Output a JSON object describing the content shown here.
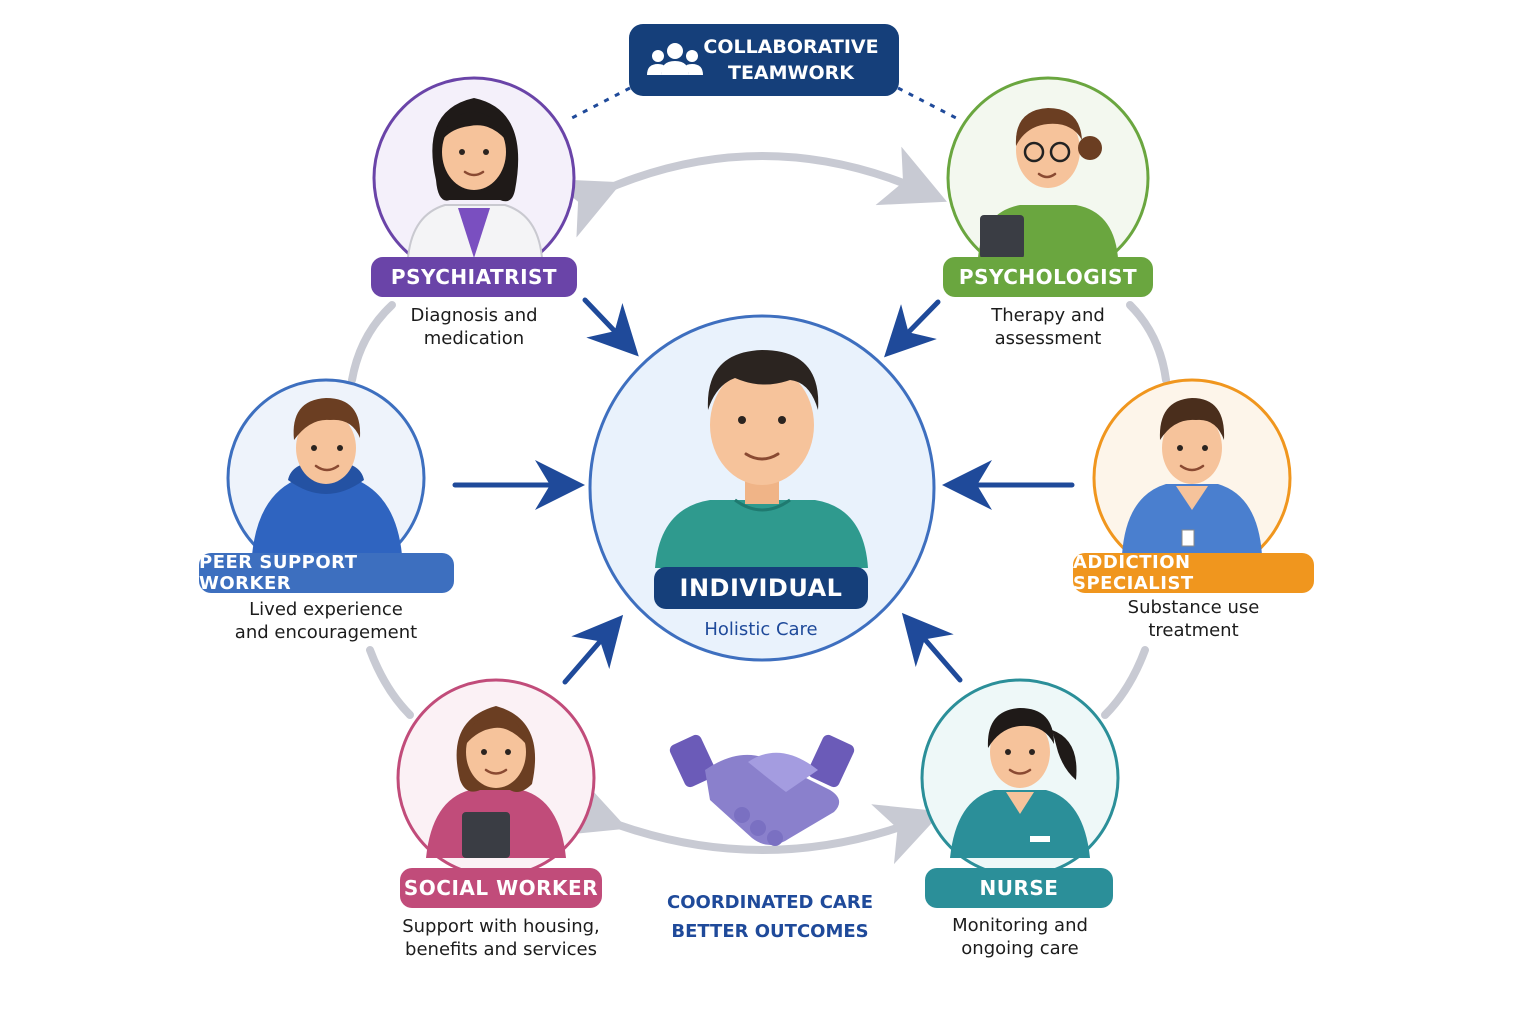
{
  "header": {
    "line1": "COLLABORATIVE",
    "line2": "TEAMWORK",
    "icon": "people-group-icon"
  },
  "center": {
    "label": "INDIVIDUAL",
    "subtitle": "Holistic Care",
    "color": "#153f7a"
  },
  "roles": [
    {
      "key": "psychiatrist",
      "label": "PSYCHIATRIST",
      "desc": [
        "Diagnosis and",
        "medication"
      ],
      "color": "#6a44a8"
    },
    {
      "key": "psychologist",
      "label": "PSYCHOLOGIST",
      "desc": [
        "Therapy and",
        "assessment"
      ],
      "color": "#6aa63f"
    },
    {
      "key": "peer-support-worker",
      "label": "PEER SUPPORT WORKER",
      "desc": [
        "Lived experience",
        "and encouragement"
      ],
      "color": "#3d6fbf"
    },
    {
      "key": "addiction-specialist",
      "label": "ADDICTION SPECIALIST",
      "desc": [
        "Substance use",
        "treatment"
      ],
      "color": "#f0961e"
    },
    {
      "key": "social-worker",
      "label": "SOCIAL WORKER",
      "desc": [
        "Support with housing,",
        "benefits and services"
      ],
      "color": "#c14c7a"
    },
    {
      "key": "nurse",
      "label": "NURSE",
      "desc": [
        "Monitoring and",
        "ongoing care"
      ],
      "color": "#2b8f99"
    }
  ],
  "footer": {
    "line1": "COORDINATED CARE",
    "line2": "BETTER OUTCOMES",
    "icon": "handshake-icon"
  },
  "colors": {
    "arrow": "#1f4a9a",
    "ring": "#c8cad3",
    "center_fill": "#e9f2fc",
    "center_ring": "#3e6fbf"
  }
}
